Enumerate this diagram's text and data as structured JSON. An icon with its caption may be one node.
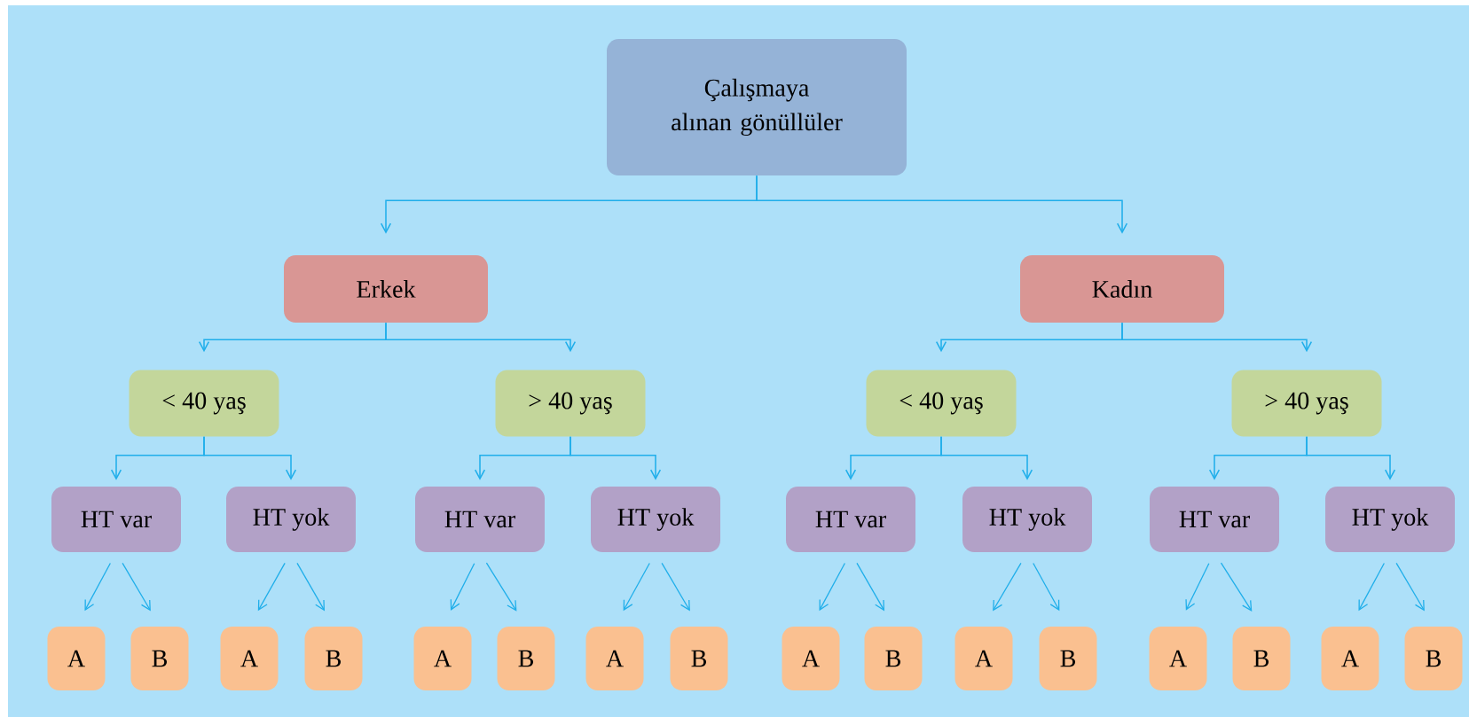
{
  "diagram": {
    "nodes": [
      {
        "text": [
          "Çalışmaya alınan gönüllüler"
        ]
      },
      {
        "text": [
          "Erkek"
        ]
      },
      {
        "text": [
          "Kadın"
        ]
      },
      {
        "text": [
          "< 40 yaş"
        ]
      },
      {
        "text": [
          "> 40 yaş"
        ]
      },
      {
        "text": [
          "< 40 yaş"
        ]
      },
      {
        "text": [
          "> 40 yaş"
        ]
      },
      {
        "text": [
          "HT var"
        ]
      },
      {
        "text": [
          "HT yok"
        ]
      },
      {
        "text": [
          "HT var"
        ]
      },
      {
        "text": [
          "HT yok"
        ]
      },
      {
        "text": [
          "HT var"
        ]
      },
      {
        "text": [
          "HT yok"
        ]
      },
      {
        "text": [
          "HT var"
        ]
      },
      {
        "text": [
          "HT yok"
        ]
      },
      {
        "text": [
          "A"
        ]
      },
      {
        "text": [
          "B"
        ]
      },
      {
        "text": [
          "A"
        ]
      },
      {
        "text": [
          "B"
        ]
      },
      {
        "text": [
          "A"
        ]
      },
      {
        "text": [
          "B"
        ]
      },
      {
        "text": [
          "A"
        ]
      },
      {
        "text": [
          "B"
        ]
      },
      {
        "text": [
          "A"
        ]
      },
      {
        "text": [
          "B"
        ]
      },
      {
        "text": [
          "A"
        ]
      },
      {
        "text": [
          "B"
        ]
      },
      {
        "text": [
          "A"
        ]
      },
      {
        "text": [
          "B"
        ]
      },
      {
        "text": [
          "A"
        ]
      },
      {
        "text": [
          "B"
        ]
      }
    ],
    "edges": [
      {
        "from": 0,
        "to": 1,
        "arrow": "to"
      },
      {
        "from": 0,
        "to": 2,
        "arrow": "to"
      },
      {
        "from": 1,
        "to": 3,
        "arrow": "to"
      },
      {
        "from": 1,
        "to": 4,
        "arrow": "to"
      },
      {
        "from": 2,
        "to": 5,
        "arrow": "to"
      },
      {
        "from": 2,
        "to": 6,
        "arrow": "to"
      },
      {
        "from": 3,
        "to": 7,
        "arrow": "to"
      },
      {
        "from": 3,
        "to": 8,
        "arrow": "to"
      },
      {
        "from": 4,
        "to": 9,
        "arrow": "to"
      },
      {
        "from": 4,
        "to": 10,
        "arrow": "to"
      },
      {
        "from": 5,
        "to": 11,
        "arrow": "to"
      },
      {
        "from": 5,
        "to": 12,
        "arrow": "to"
      },
      {
        "from": 6,
        "to": 13,
        "arrow": "to"
      },
      {
        "from": 6,
        "to": 14,
        "arrow": "to"
      },
      {
        "from": 7,
        "to": 15,
        "arrow": "to"
      },
      {
        "from": 7,
        "to": 16,
        "arrow": "to"
      },
      {
        "from": 8,
        "to": 17,
        "arrow": "to"
      },
      {
        "from": 8,
        "to": 18,
        "arrow": "to"
      },
      {
        "from": 9,
        "to": 19,
        "arrow": "to"
      },
      {
        "from": 9,
        "to": 20,
        "arrow": "to"
      },
      {
        "from": 10,
        "to": 21,
        "arrow": "to"
      },
      {
        "from": 10,
        "to": 22,
        "arrow": "to"
      },
      {
        "from": 11,
        "to": 23,
        "arrow": "to"
      },
      {
        "from": 11,
        "to": 24,
        "arrow": "to"
      },
      {
        "from": 12,
        "to": 25,
        "arrow": "to"
      },
      {
        "from": 12,
        "to": 26,
        "arrow": "to"
      },
      {
        "from": 13,
        "to": 27,
        "arrow": "to"
      },
      {
        "from": 13,
        "to": 28,
        "arrow": "to"
      },
      {
        "from": 14,
        "to": 29,
        "arrow": "to"
      },
      {
        "from": 14,
        "to": 30,
        "arrow": "to"
      }
    ]
  }
}
